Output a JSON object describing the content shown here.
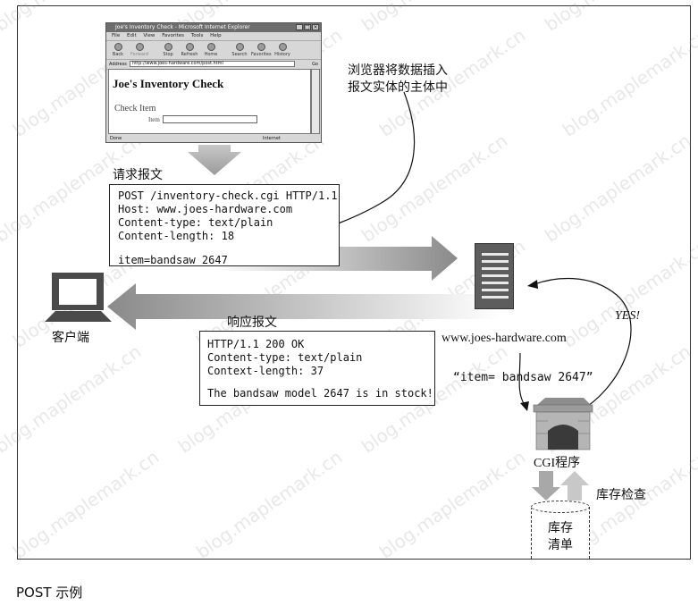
{
  "browser": {
    "window_title": "Joe's Inventory Check - Microsoft Internet Explorer",
    "menu": [
      "File",
      "Edit",
      "View",
      "Favorites",
      "Tools",
      "Help"
    ],
    "toolbar": [
      "Back",
      "Forward",
      "Stop",
      "Refresh",
      "Home",
      "Search",
      "Favorites",
      "History"
    ],
    "address_label": "Address",
    "address_url": "http://www.joes-hardware.com/post.html",
    "go_label": "Go",
    "page_heading": "Joe's Inventory Check",
    "form_title": "Check Item",
    "item_label": "Item",
    "status_left": "Done",
    "status_right": "Internet"
  },
  "annotation": {
    "line1": "浏览器将数据插入",
    "line2": "报文实体的主体中"
  },
  "request": {
    "label": "请求报文",
    "lines": [
      "POST /inventory-check.cgi HTTP/1.1",
      "Host: www.joes-hardware.com",
      "Content-type: text/plain",
      "Content-length: 18"
    ],
    "body": "item=bandsaw 2647"
  },
  "response": {
    "label": "响应报文",
    "lines": [
      "HTTP/1.1 200 OK",
      "Content-type: text/plain",
      "Context-length: 37"
    ],
    "body": "The bandsaw model 2647 is in stock!"
  },
  "client_label": "客户端",
  "server_label": "www.joes-hardware.com",
  "cgi_input": "“item= bandsaw 2647”",
  "yes_label": "YES!",
  "cgi_label": "CGI程序",
  "inventory_check": "库存检查",
  "db_line1": "库存",
  "db_line2": "清单",
  "caption": "POST 示例",
  "watermark": "blog.maplemark.cn"
}
